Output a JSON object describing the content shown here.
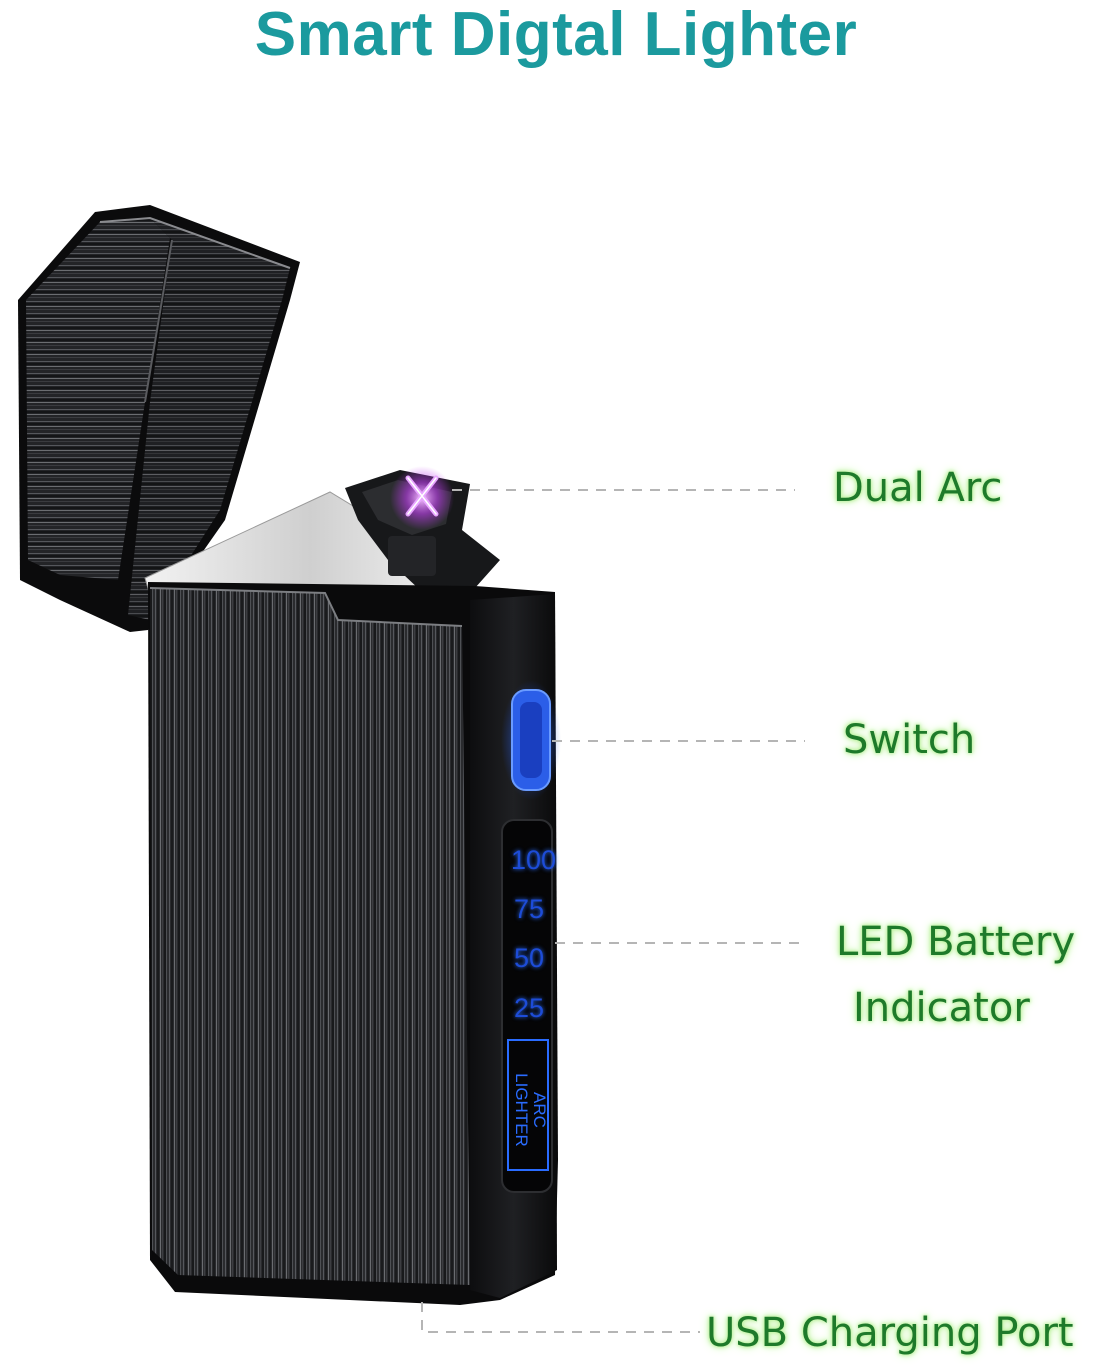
{
  "title": "Smart Digtal Lighter",
  "callouts": {
    "dual_arc": "Dual Arc",
    "switch": "Switch",
    "battery_line1": "LED Battery",
    "battery_line2": "Indicator",
    "usb": "USB Charging Port"
  },
  "battery_levels": [
    "100",
    "75",
    "50",
    "25"
  ],
  "badge": {
    "line1": "ARC",
    "line2": "LIGHTER"
  },
  "icons": {
    "arc": "plasma-arc-icon",
    "switch": "switch-button-icon"
  },
  "colors": {
    "title": "#1b9a9e",
    "callout_text": "#1e7a2a",
    "callout_glow": "#b8f29a",
    "led_blue": "#1d4cd8",
    "arc_purple": "#d24cff",
    "body_dark": "#222326"
  }
}
